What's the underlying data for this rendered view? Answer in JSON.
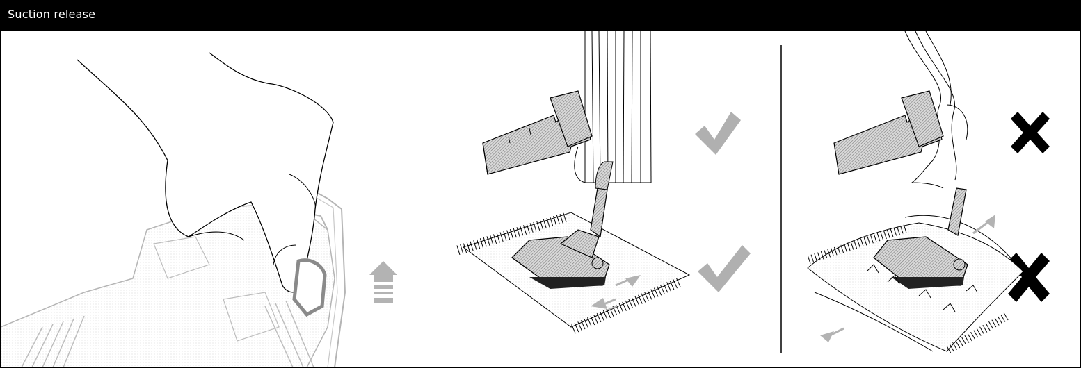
{
  "header": {
    "title": "Suction release"
  },
  "colors": {
    "header_bg": "#000000",
    "header_text": "#ffffff",
    "line": "#000000",
    "illustration_gray": "#9a9a9a",
    "arrow_gray": "#b3b3b3"
  },
  "panels": [
    {
      "name": "release-trigger-panel",
      "icons": [
        "hand-pressing-trigger-icon",
        "up-arrow-icon"
      ]
    },
    {
      "name": "correct-use-panel",
      "icons": [
        "nozzle-on-curtain-icon",
        "floor-tool-on-rug-icon",
        "checkmark-icon"
      ]
    },
    {
      "name": "incorrect-use-panel",
      "icons": [
        "nozzle-sucking-curtain-icon",
        "floor-tool-lifting-rug-icon",
        "cross-icon"
      ]
    }
  ]
}
